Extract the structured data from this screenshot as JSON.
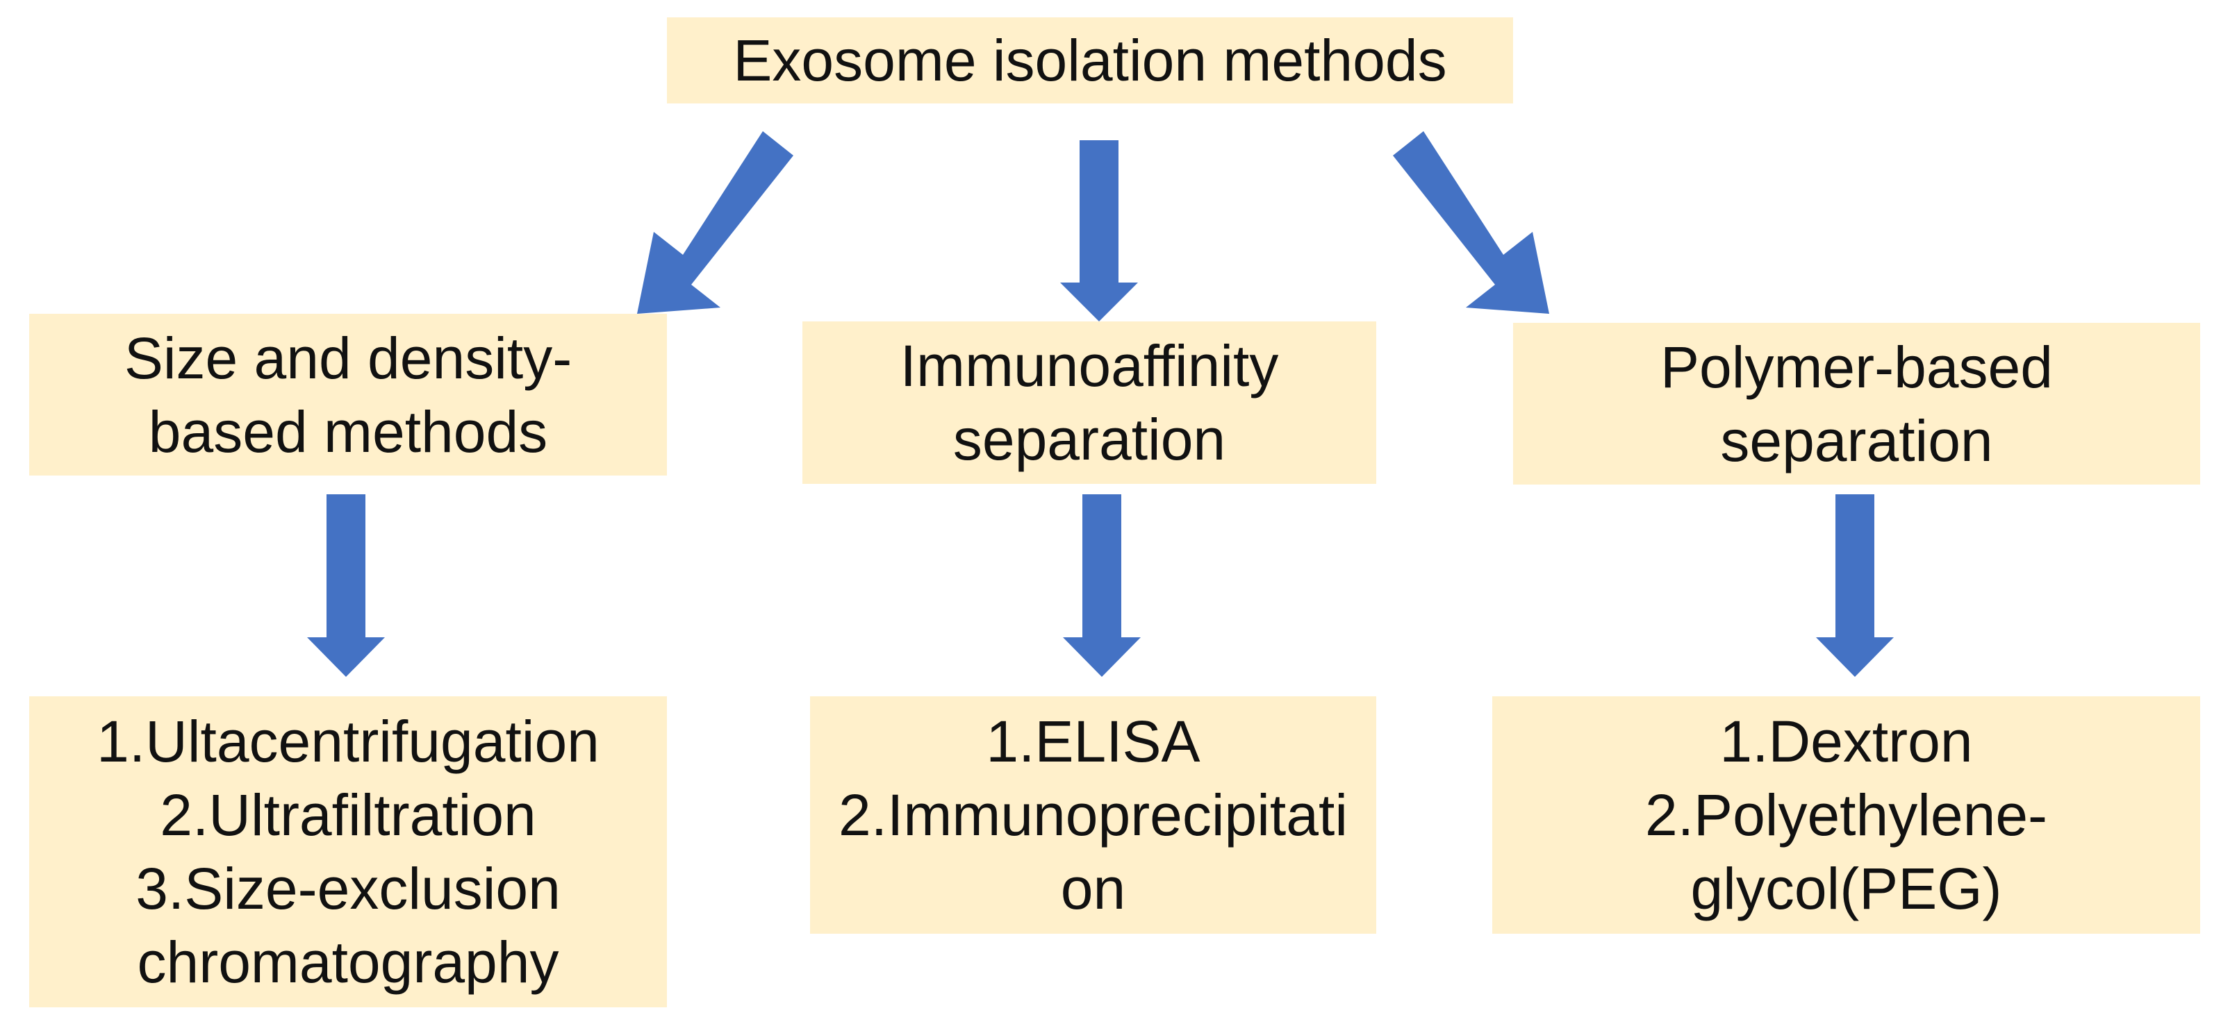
{
  "colors": {
    "box_fill": "#FFF0CB",
    "arrow_fill": "#4472C4",
    "text": "#111111"
  },
  "root": {
    "title": "Exosome isolation methods"
  },
  "categories": [
    {
      "lines": [
        "Size and density-",
        "based methods"
      ],
      "items": [
        "1.Ultacentrifugation",
        "2.Ultrafiltration",
        "3.Size-exclusion",
        "chromatography"
      ]
    },
    {
      "lines": [
        "Immunoaffinity",
        "separation"
      ],
      "items": [
        "1.ELISA",
        "2.Immunoprecipitati",
        "on"
      ]
    },
    {
      "lines": [
        "Polymer-based",
        "separation"
      ],
      "items": [
        "1.Dextron",
        "2.Polyethylene-",
        "glycol(PEG)"
      ]
    }
  ]
}
